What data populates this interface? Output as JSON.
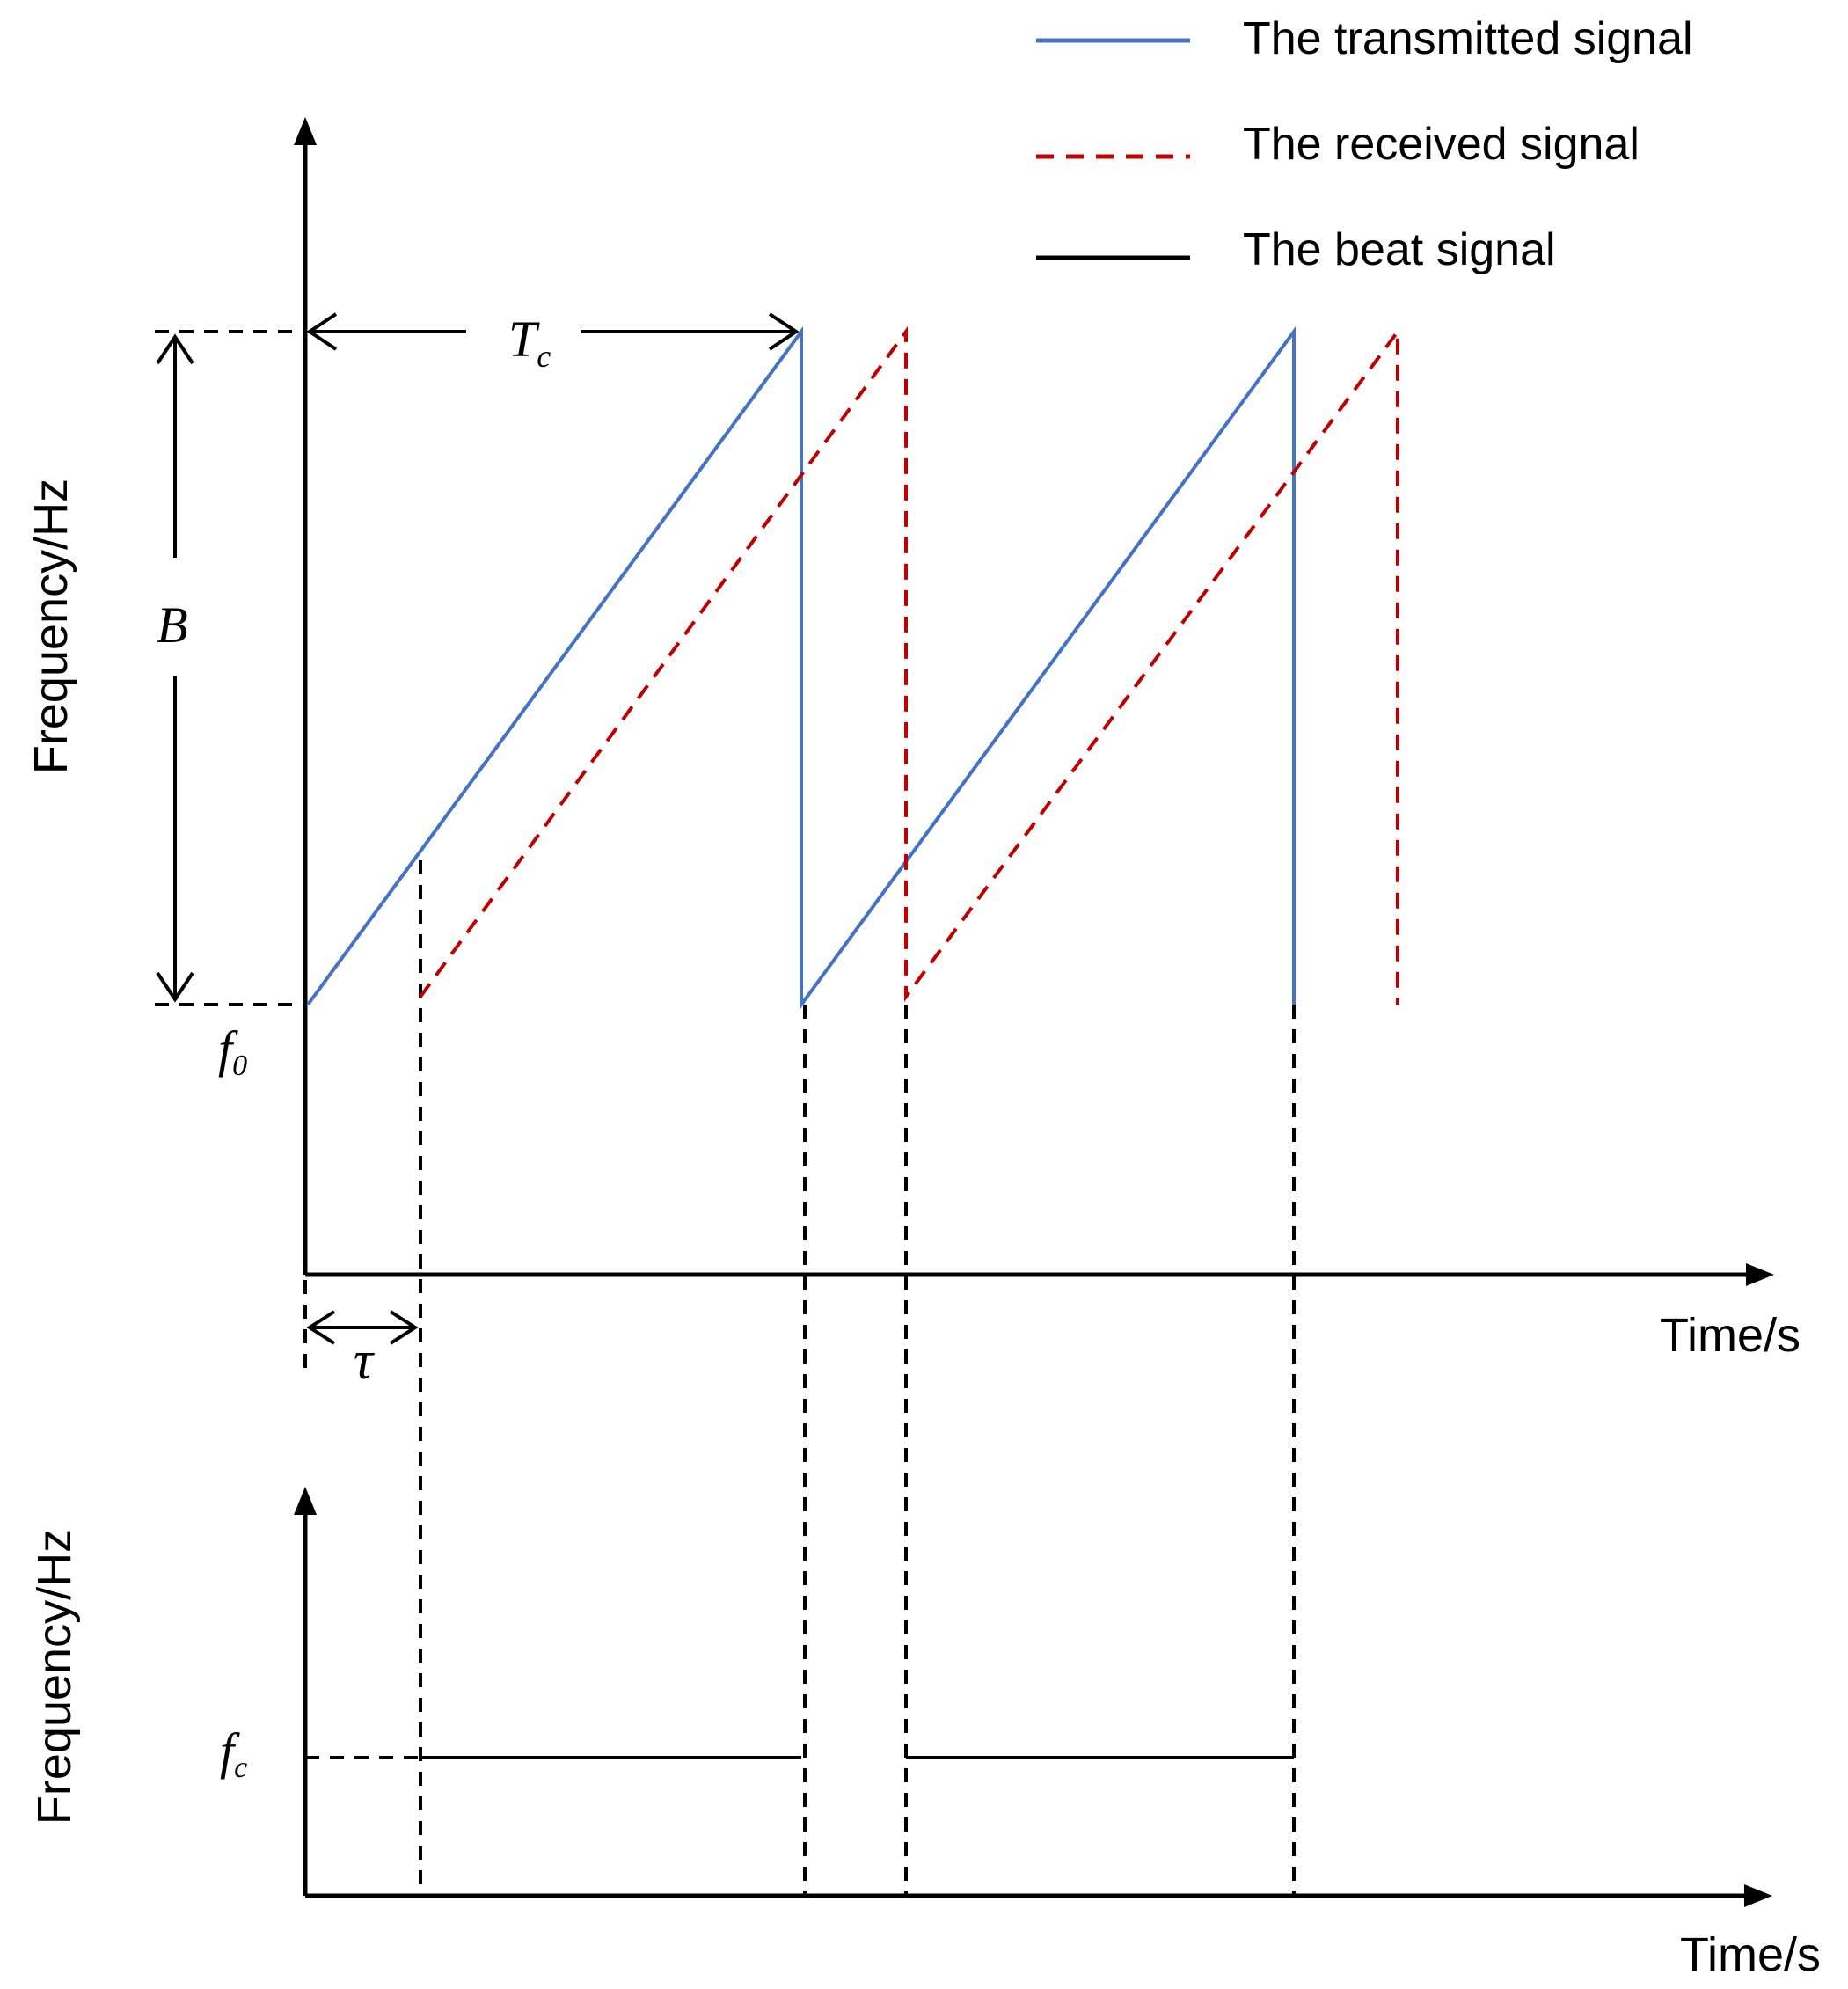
{
  "legend": {
    "items": [
      {
        "label": "The transmitted signal",
        "color": "#4472C4",
        "dash": "solid"
      },
      {
        "label": "The received signal",
        "color": "#C00000",
        "dash": "dashed"
      },
      {
        "label": "The beat signal",
        "color": "#000000",
        "dash": "solid"
      }
    ]
  },
  "top_plot": {
    "ylabel": "Frequency/Hz",
    "xlabel": "Time/s",
    "chirp_duration_symbol": "T",
    "chirp_duration_subscript": "c",
    "bandwidth_symbol": "B",
    "start_freq_symbol": "f",
    "start_freq_subscript": "0",
    "delay_symbol": "τ"
  },
  "bottom_plot": {
    "ylabel": "Frequency/Hz",
    "xlabel": "Time/s",
    "beat_freq_symbol": "f",
    "beat_freq_subscript": "c"
  },
  "colors": {
    "transmitted": "#4472C4",
    "received": "#C00000",
    "beat": "#000000",
    "axis": "#000000"
  }
}
